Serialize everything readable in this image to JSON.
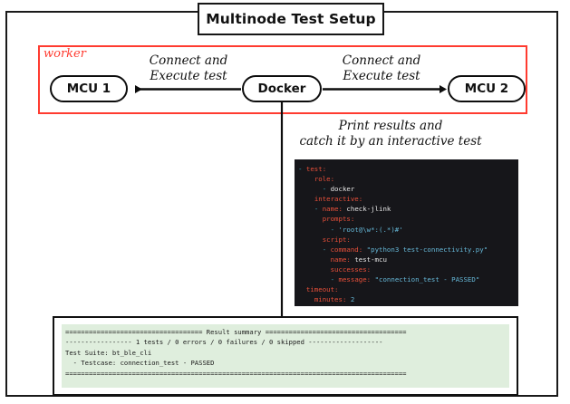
{
  "diagram": {
    "title": "Multinode Test Setup",
    "group": {
      "label": "worker",
      "color": "#ff3b30"
    },
    "nodes": {
      "left": "MCU 1",
      "center": "Docker",
      "right": "MCU 2"
    },
    "edges": {
      "left_label": "Connect and\nExecute test",
      "right_label": "Connect and\nExecute test",
      "down_label": "Print results and\ncatch it by an interactive test"
    }
  },
  "code_block": {
    "language": "yaml",
    "lines": [
      "- test:",
      "    role:",
      "      - docker",
      "    interactive:",
      "    - name: check-jlink",
      "      prompts:",
      "        - 'root@\\w*:(.*)#'",
      "      script:",
      "      - command: \"python3 test-connectivity.py\"",
      "        name: test-mcu",
      "        successes:",
      "        - message: \"connection_test - PASSED\"",
      "  timeout:",
      "    minutes: 2"
    ]
  },
  "result_block": {
    "lines": [
      "=================================== Result summary ====================================",
      "----------------- 1 tests / 0 errors / 0 failures / 0 skipped -------------------",
      "Test Suite: bt_ble_cli",
      "  - Testcase: connection_test - PASSED",
      "======================================================================================="
    ],
    "summary_title": "Result summary",
    "tests": 1,
    "errors": 0,
    "failures": 0,
    "skipped": 0,
    "suite": "bt_ble_cli",
    "testcase": "connection_test",
    "status": "PASSED"
  }
}
